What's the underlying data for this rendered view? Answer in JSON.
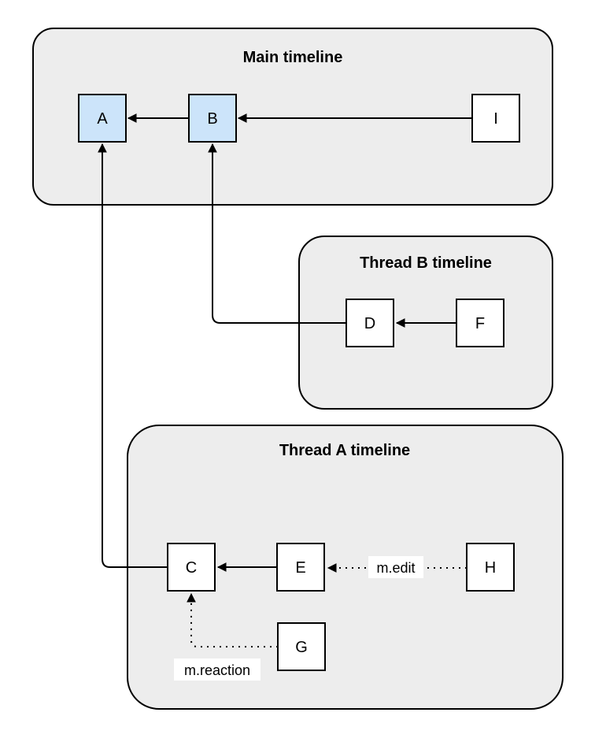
{
  "colors": {
    "container_fill": "#ededed",
    "node_fill": "#ffffff",
    "highlight_fill": "#cce4fa",
    "label_bg": "#ffffff",
    "stroke": "#000000"
  },
  "containers": {
    "main": {
      "title": "Main timeline"
    },
    "thread_b": {
      "title": "Thread B timeline"
    },
    "thread_a": {
      "title": "Thread A timeline"
    }
  },
  "nodes": {
    "a": {
      "label": "A"
    },
    "b": {
      "label": "B"
    },
    "i": {
      "label": "I"
    },
    "d": {
      "label": "D"
    },
    "f": {
      "label": "F"
    },
    "c": {
      "label": "C"
    },
    "e": {
      "label": "E"
    },
    "h": {
      "label": "H"
    },
    "g": {
      "label": "G"
    }
  },
  "edge_labels": {
    "edit": "m.edit",
    "reaction": "m.reaction"
  }
}
